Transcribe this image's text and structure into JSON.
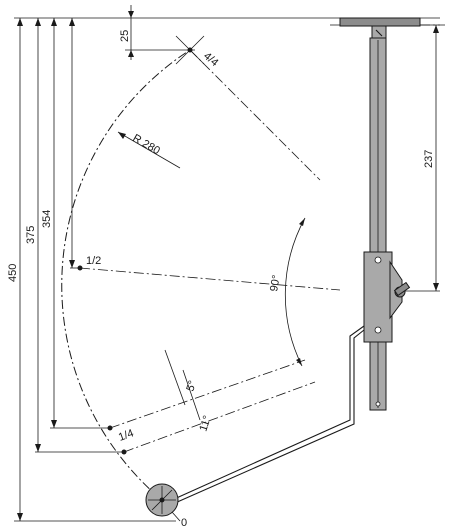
{
  "dimensions": {
    "overall_height": "450",
    "height_three_quarter": "375",
    "height_half": "354",
    "top_offset": "25",
    "bracket_height": "237",
    "radius": "R 280",
    "swing_angle": "90°",
    "offset_small": "5°",
    "offset_large": "11°"
  },
  "positions": {
    "zero": "0",
    "quarter": "1/4",
    "half": "1/2",
    "full": "4/4"
  }
}
